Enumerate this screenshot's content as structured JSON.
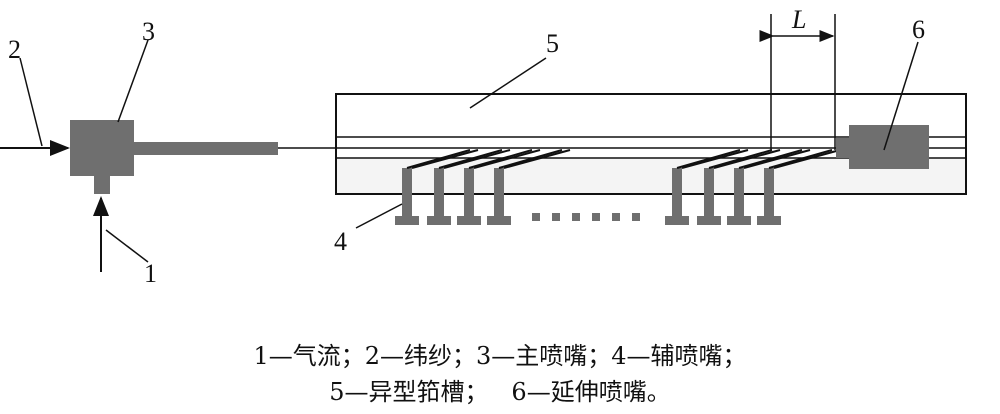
{
  "labels": {
    "airflow": "1",
    "yarn": "2",
    "main_nozzle": "3",
    "aux_nozzle": "4",
    "reed": "5",
    "ext_nozzle": "6",
    "spacing": "L"
  },
  "caption": {
    "line1": "1—气流；2—纬纱；3—主喷嘴；4—辅喷嘴；",
    "line2": "5—异型筘槽；   6—延伸喷嘴。"
  },
  "colors": {
    "nozzle": "#6f6f6f",
    "outline": "#111111",
    "reed_fill": "#f4f4f4"
  }
}
